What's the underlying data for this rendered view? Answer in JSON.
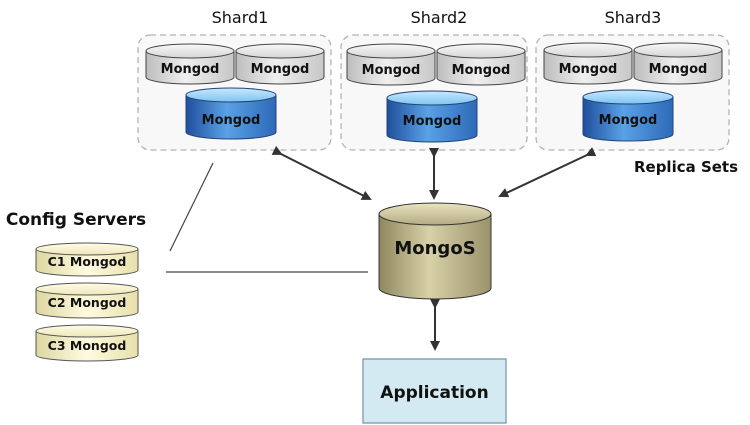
{
  "shards": [
    {
      "title": "Shard1",
      "secondary_labels": [
        "Mongod",
        "Mongod"
      ],
      "primary_label": "Mongod"
    },
    {
      "title": "Shard2",
      "secondary_labels": [
        "Mongod",
        "Mongod"
      ],
      "primary_label": "Mongod"
    },
    {
      "title": "Shard3",
      "secondary_labels": [
        "Mongod",
        "Mongod"
      ],
      "primary_label": "Mongod"
    }
  ],
  "replica_sets_label": "Replica Sets",
  "config_servers": {
    "title": "Config Servers",
    "items": [
      "C1 Mongod",
      "C2 Mongod",
      "C3 Mongod"
    ]
  },
  "router_label": "MongoS",
  "application_label": "Application",
  "colors": {
    "gray_cylinder": "#e2e2e2",
    "blue_cylinder": "#2f73c4",
    "yellow_cylinder": "#fbf6c6",
    "mongos_cylinder": "#a09a73",
    "application_box": "#d3eaf2",
    "shard_border": "#b3b3b3"
  }
}
